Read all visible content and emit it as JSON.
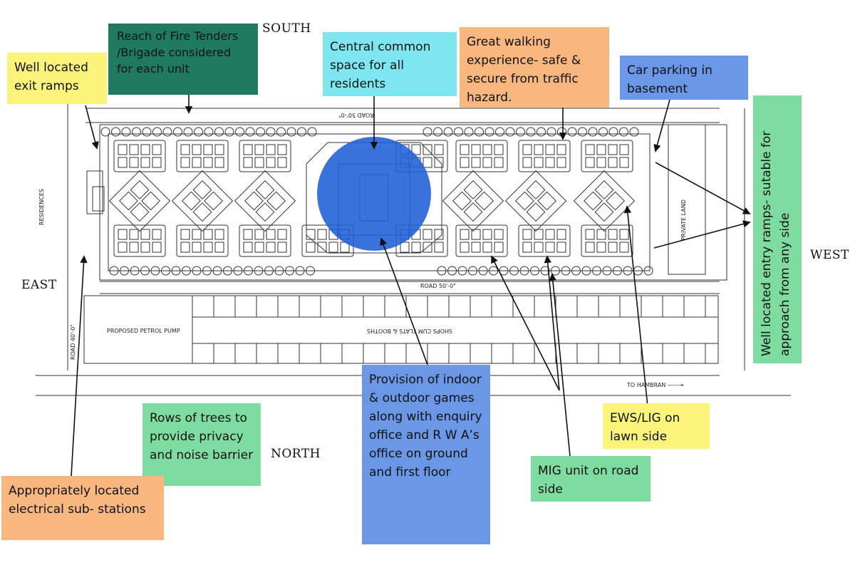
{
  "compass": {
    "south": "SOUTH",
    "north": "NORTH",
    "east": "EAST",
    "west": "WEST"
  },
  "plan_labels": {
    "road_top": "ROAD 50'-0\"",
    "road_bottom": "ROAD 50'-0\"",
    "road_left": "ROAD 40'-0\"",
    "residences": "RESIDENCES",
    "private_land": "PRIVATE LAND",
    "petrol_pump": "PROPOSED PETROL PUMP",
    "shops": "SHOPS CUM FLATS & BOOTHS",
    "to_hambran": "TO HAMBRAN ——→"
  },
  "notes": {
    "exit_ramps": "Well located exit ramps",
    "fire_tenders": "Reach of Fire Tenders /Brigade considered for each unit",
    "central_space": "Central common space for all residents",
    "walking": "Great walking experience- safe & secure from traffic hazard.",
    "car_parking": "Car parking in basement",
    "entry_ramps": "Well located entry ramps- sutable for approach from any side",
    "games": "Provision of indoor & outdoor games along with enquiry office and R W A’s office on ground and first floor",
    "trees": "Rows of trees to provide privacy and noise barrier",
    "electrical": "Appropriately located electrical sub- stations",
    "ews_lig": "EWS/LIG on lawn side",
    "mig": "MIG unit on road side"
  },
  "colors": {
    "yellow": "#fbf47a",
    "teal": "#1f7a5e",
    "cyan": "#7ee6ef",
    "orange": "#f7b77f",
    "blue": "#6a97e6",
    "green": "#7fdca0",
    "circle": "#1f5fd6"
  }
}
